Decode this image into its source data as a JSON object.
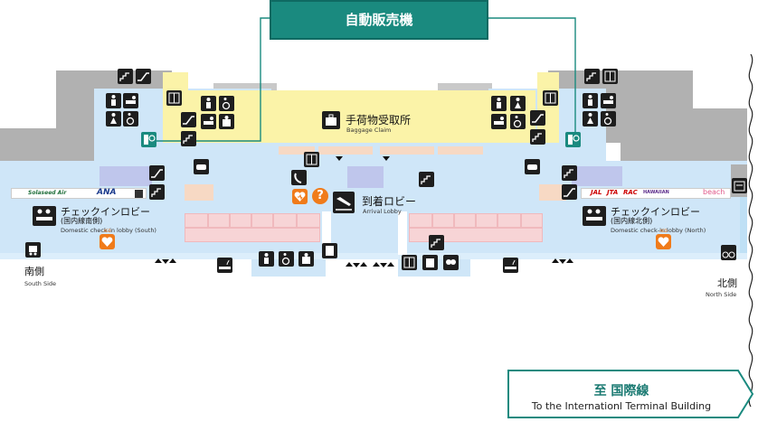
{
  "callout": {
    "title": "自動販売機"
  },
  "labels": {
    "baggage": {
      "ja": "手荷物受取所",
      "en": "Baggage Claim"
    },
    "arrival": {
      "ja": "到着ロビー",
      "en": "Arrival Lobby"
    },
    "checkin_south": {
      "ja": "チェックインロビー",
      "ja_sub": "(国内線南側)",
      "en": "Domestic check-in lobby (South)"
    },
    "checkin_north": {
      "ja": "チェックインロビー",
      "ja_sub": "(国内線北側)",
      "en": "Domestic check-in lobby (North)"
    },
    "south": {
      "ja": "南側",
      "en": "South Side"
    },
    "north": {
      "ja": "北側",
      "en": "North Side"
    }
  },
  "airlines_south": [
    "Solaseed Air",
    "ANA"
  ],
  "airlines_north": [
    "JAL",
    "JTA",
    "RAC",
    "HAWAIIAN",
    "beach"
  ],
  "aed_label": "AED",
  "info_symbol": "?",
  "footer": {
    "ja": "至 国際線",
    "en": "To the Internationl Terminal Building"
  },
  "colors": {
    "teal": "#1a8a7f",
    "floor": "#cfe6f8",
    "baggage": "#fbf3a8",
    "wall": "#b1b1b1",
    "aed": "#f07b1a",
    "counter": "#f7d4d6",
    "ana_blue": "#1a3a8c",
    "jal_red": "#cc0000"
  },
  "icons": [
    "escalator-icon",
    "elevator-icon",
    "restroom-icon",
    "wheelchair-icon",
    "nursing-room-icon",
    "vending-machine-icon",
    "baggage-icon",
    "arrival-icon",
    "checkin-icon",
    "aed-icon",
    "information-icon",
    "smoking-area-icon",
    "phone-icon",
    "locker-icon",
    "charging-icon",
    "stroller-icon",
    "bicycle-icon",
    "atm-icon"
  ]
}
